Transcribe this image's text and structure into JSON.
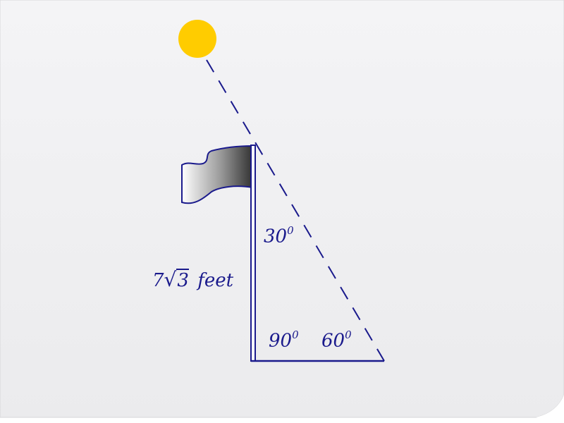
{
  "diagram": {
    "angle_top": {
      "value": "30",
      "unit": "0"
    },
    "angle_right_angle": {
      "value": "90",
      "unit": "0"
    },
    "angle_base": {
      "value": "60",
      "unit": "0"
    },
    "height_label": {
      "coefficient": "7",
      "radicand": "3",
      "unit": "feet"
    }
  },
  "colors": {
    "ink": "#1a1a8c",
    "sun": "#ffcc00",
    "paper": "#f0f0f2"
  }
}
